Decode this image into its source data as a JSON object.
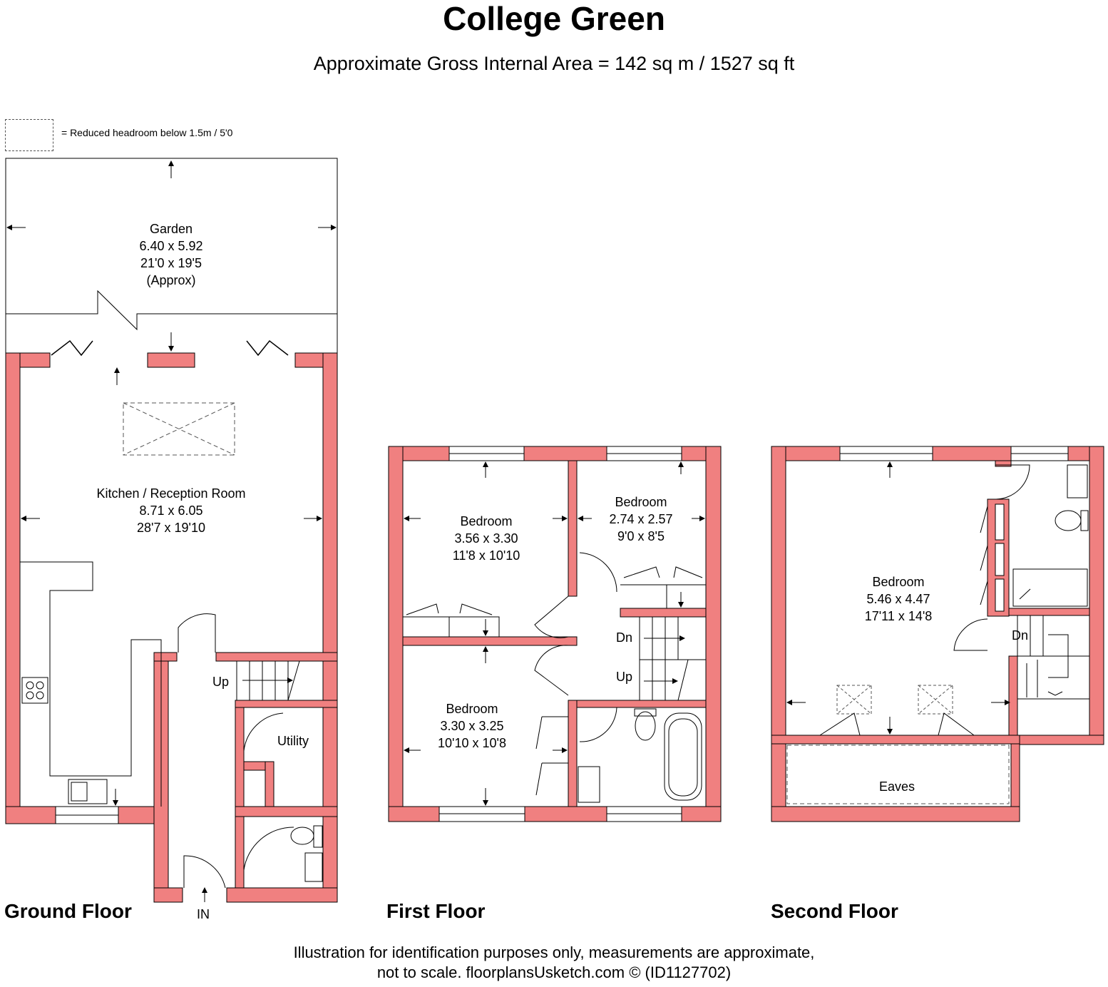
{
  "header": {
    "title": "College Green",
    "subtitle": "Approximate Gross Internal Area = 142 sq m / 1527 sq ft"
  },
  "legend": {
    "text": "= Reduced headroom below 1.5m / 5'0"
  },
  "colors": {
    "wall": "#f08080",
    "line": "#000000",
    "background": "#ffffff"
  },
  "floors": {
    "ground": {
      "label": "Ground Floor",
      "garden": {
        "name": "Garden",
        "metric": "6.40 x 5.92",
        "imperial": "21'0 x 19'5",
        "note": "(Approx)"
      },
      "kitchen": {
        "name": "Kitchen / Reception Room",
        "metric": "8.71 x 6.05",
        "imperial": "28'7 x 19'10"
      },
      "up": "Up",
      "utility": "Utility",
      "entrance": "IN"
    },
    "first": {
      "label": "First Floor",
      "bedroom1": {
        "name": "Bedroom",
        "metric": "3.56 x 3.30",
        "imperial": "11'8 x 10'10"
      },
      "bedroom2": {
        "name": "Bedroom",
        "metric": "2.74 x 2.57",
        "imperial": "9'0 x 8'5"
      },
      "bedroom3": {
        "name": "Bedroom",
        "metric": "3.30 x 3.25",
        "imperial": "10'10 x 10'8"
      },
      "dn": "Dn",
      "up": "Up"
    },
    "second": {
      "label": "Second Floor",
      "bedroom": {
        "name": "Bedroom",
        "metric": "5.46 x 4.47",
        "imperial": "17'11 x 14'8"
      },
      "dn": "Dn",
      "eaves": "Eaves"
    }
  },
  "footer": {
    "line1": "Illustration for identification purposes only, measurements are approximate,",
    "line2": "not to scale. floorplansUsketch.com © (ID1127702)"
  }
}
